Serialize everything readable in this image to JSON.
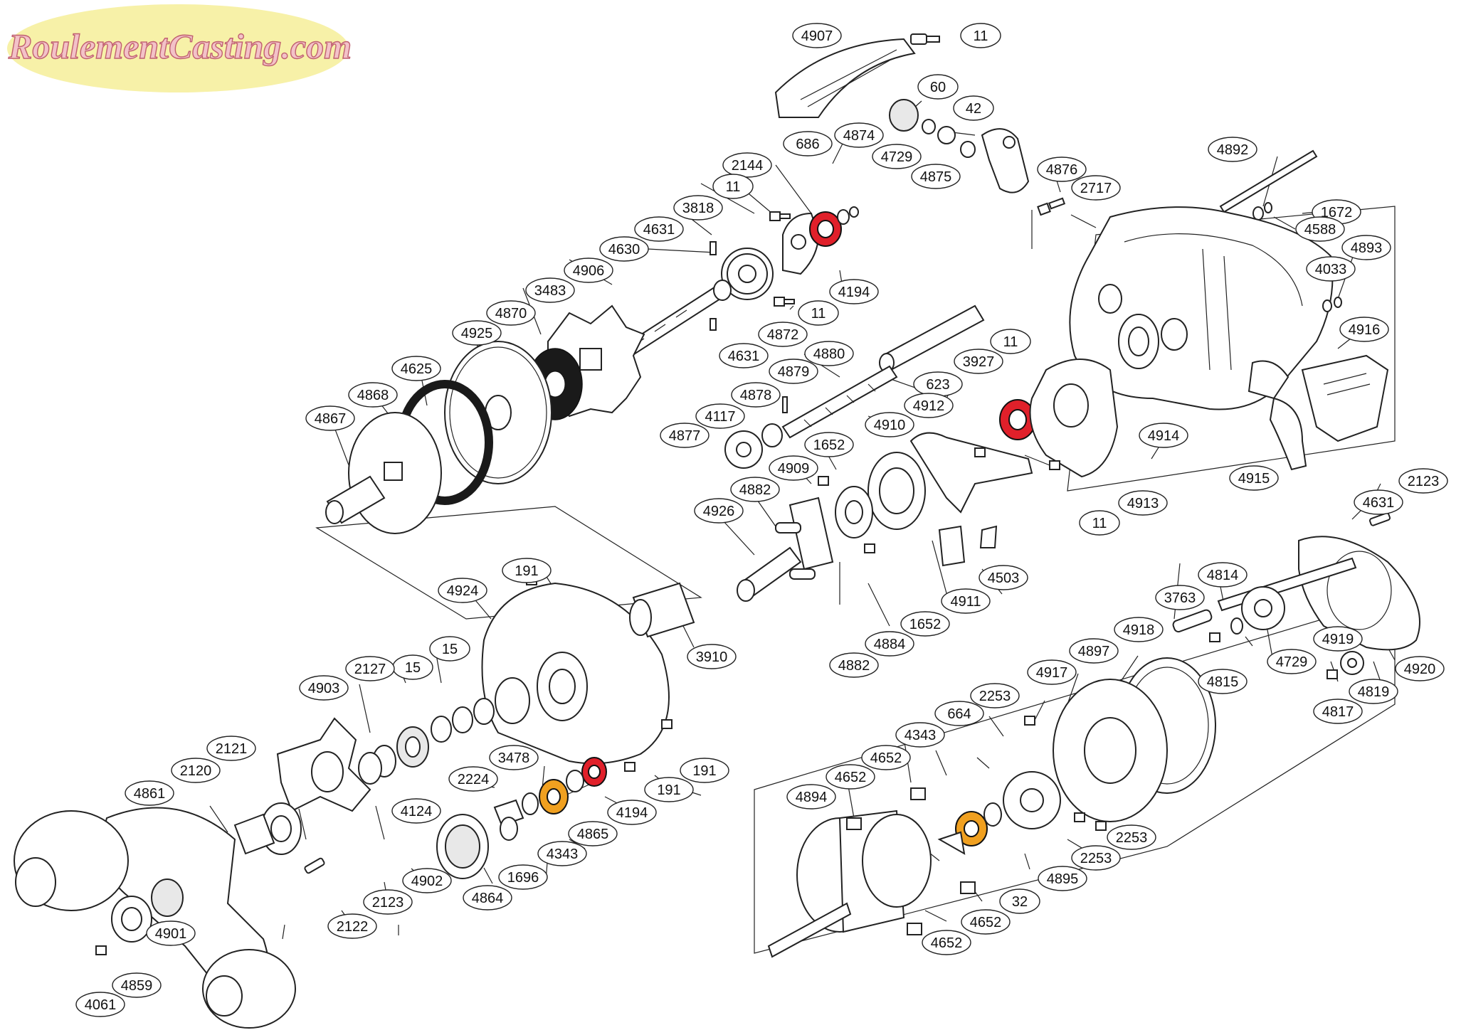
{
  "logo": {
    "text": "RoulementCasting.com",
    "fill": "#f3c2c8",
    "stroke": "#c06070",
    "background": "#f7f1a8"
  },
  "highlight_colors": {
    "bearing_red": "#e0202a",
    "bushing_orange": "#f0a020"
  },
  "labels": [
    {
      "id": "4907",
      "text": "4907"
    },
    {
      "id": "11a",
      "text": "11"
    },
    {
      "id": "60",
      "text": "60"
    },
    {
      "id": "42",
      "text": "42"
    },
    {
      "id": "4874",
      "text": "4874"
    },
    {
      "id": "4729a",
      "text": "4729"
    },
    {
      "id": "4875",
      "text": "4875"
    },
    {
      "id": "686",
      "text": "686"
    },
    {
      "id": "2144",
      "text": "2144"
    },
    {
      "id": "4876",
      "text": "4876"
    },
    {
      "id": "4892",
      "text": "4892"
    },
    {
      "id": "2717",
      "text": "2717"
    },
    {
      "id": "1672",
      "text": "1672"
    },
    {
      "id": "4588",
      "text": "4588"
    },
    {
      "id": "11b",
      "text": "11"
    },
    {
      "id": "3818",
      "text": "3818"
    },
    {
      "id": "4631a",
      "text": "4631"
    },
    {
      "id": "4630",
      "text": "4630"
    },
    {
      "id": "4906",
      "text": "4906"
    },
    {
      "id": "3483",
      "text": "3483"
    },
    {
      "id": "4870",
      "text": "4870"
    },
    {
      "id": "4925",
      "text": "4925"
    },
    {
      "id": "4625",
      "text": "4625"
    },
    {
      "id": "4868",
      "text": "4868"
    },
    {
      "id": "4867",
      "text": "4867"
    },
    {
      "id": "4194a",
      "text": "4194"
    },
    {
      "id": "11c",
      "text": "11"
    },
    {
      "id": "4872",
      "text": "4872"
    },
    {
      "id": "4631b",
      "text": "4631"
    },
    {
      "id": "4880",
      "text": "4880"
    },
    {
      "id": "11d",
      "text": "11"
    },
    {
      "id": "3927",
      "text": "3927"
    },
    {
      "id": "623",
      "text": "623"
    },
    {
      "id": "4879",
      "text": "4879"
    },
    {
      "id": "4878",
      "text": "4878"
    },
    {
      "id": "4117",
      "text": "4117"
    },
    {
      "id": "4877",
      "text": "4877"
    },
    {
      "id": "4912",
      "text": "4912"
    },
    {
      "id": "4910",
      "text": "4910"
    },
    {
      "id": "1652a",
      "text": "1652"
    },
    {
      "id": "4909",
      "text": "4909"
    },
    {
      "id": "4882a",
      "text": "4882"
    },
    {
      "id": "4926",
      "text": "4926"
    },
    {
      "id": "4893",
      "text": "4893"
    },
    {
      "id": "4033",
      "text": "4033"
    },
    {
      "id": "4916",
      "text": "4916"
    },
    {
      "id": "4914",
      "text": "4914"
    },
    {
      "id": "4915",
      "text": "4915"
    },
    {
      "id": "4913",
      "text": "4913"
    },
    {
      "id": "11e",
      "text": "11"
    },
    {
      "id": "4503",
      "text": "4503"
    },
    {
      "id": "4911",
      "text": "4911"
    },
    {
      "id": "1652b",
      "text": "1652"
    },
    {
      "id": "4884",
      "text": "4884"
    },
    {
      "id": "4882b",
      "text": "4882"
    },
    {
      "id": "2123a",
      "text": "2123"
    },
    {
      "id": "4631c",
      "text": "4631"
    },
    {
      "id": "4814",
      "text": "4814"
    },
    {
      "id": "3763",
      "text": "3763"
    },
    {
      "id": "4815",
      "text": "4815"
    },
    {
      "id": "4729b",
      "text": "4729"
    },
    {
      "id": "4919",
      "text": "4919"
    },
    {
      "id": "4920",
      "text": "4920"
    },
    {
      "id": "4819",
      "text": "4819"
    },
    {
      "id": "4817",
      "text": "4817"
    },
    {
      "id": "191a",
      "text": "191"
    },
    {
      "id": "4924",
      "text": "4924"
    },
    {
      "id": "3910",
      "text": "3910"
    },
    {
      "id": "15a",
      "text": "15"
    },
    {
      "id": "15b",
      "text": "15"
    },
    {
      "id": "2127",
      "text": "2127"
    },
    {
      "id": "4903",
      "text": "4903"
    },
    {
      "id": "191b",
      "text": "191"
    },
    {
      "id": "191c",
      "text": "191"
    },
    {
      "id": "3478",
      "text": "3478"
    },
    {
      "id": "2224",
      "text": "2224"
    },
    {
      "id": "4194b",
      "text": "4194"
    },
    {
      "id": "4865",
      "text": "4865"
    },
    {
      "id": "4343a",
      "text": "4343"
    },
    {
      "id": "1696",
      "text": "1696"
    },
    {
      "id": "4864",
      "text": "4864"
    },
    {
      "id": "4124",
      "text": "4124"
    },
    {
      "id": "4902",
      "text": "4902"
    },
    {
      "id": "2121",
      "text": "2121"
    },
    {
      "id": "2120",
      "text": "2120"
    },
    {
      "id": "4861",
      "text": "4861"
    },
    {
      "id": "2123b",
      "text": "2123"
    },
    {
      "id": "2122",
      "text": "2122"
    },
    {
      "id": "4901",
      "text": "4901"
    },
    {
      "id": "4859",
      "text": "4859"
    },
    {
      "id": "4061",
      "text": "4061"
    },
    {
      "id": "4918",
      "text": "4918"
    },
    {
      "id": "4897",
      "text": "4897"
    },
    {
      "id": "4917",
      "text": "4917"
    },
    {
      "id": "2253a",
      "text": "2253"
    },
    {
      "id": "664",
      "text": "664"
    },
    {
      "id": "4343b",
      "text": "4343"
    },
    {
      "id": "4652a",
      "text": "4652"
    },
    {
      "id": "4652b",
      "text": "4652"
    },
    {
      "id": "4894",
      "text": "4894"
    },
    {
      "id": "2253b",
      "text": "2253"
    },
    {
      "id": "2253c",
      "text": "2253"
    },
    {
      "id": "4895",
      "text": "4895"
    },
    {
      "id": "32",
      "text": "32"
    },
    {
      "id": "4652c",
      "text": "4652"
    },
    {
      "id": "4652d",
      "text": "4652"
    }
  ]
}
